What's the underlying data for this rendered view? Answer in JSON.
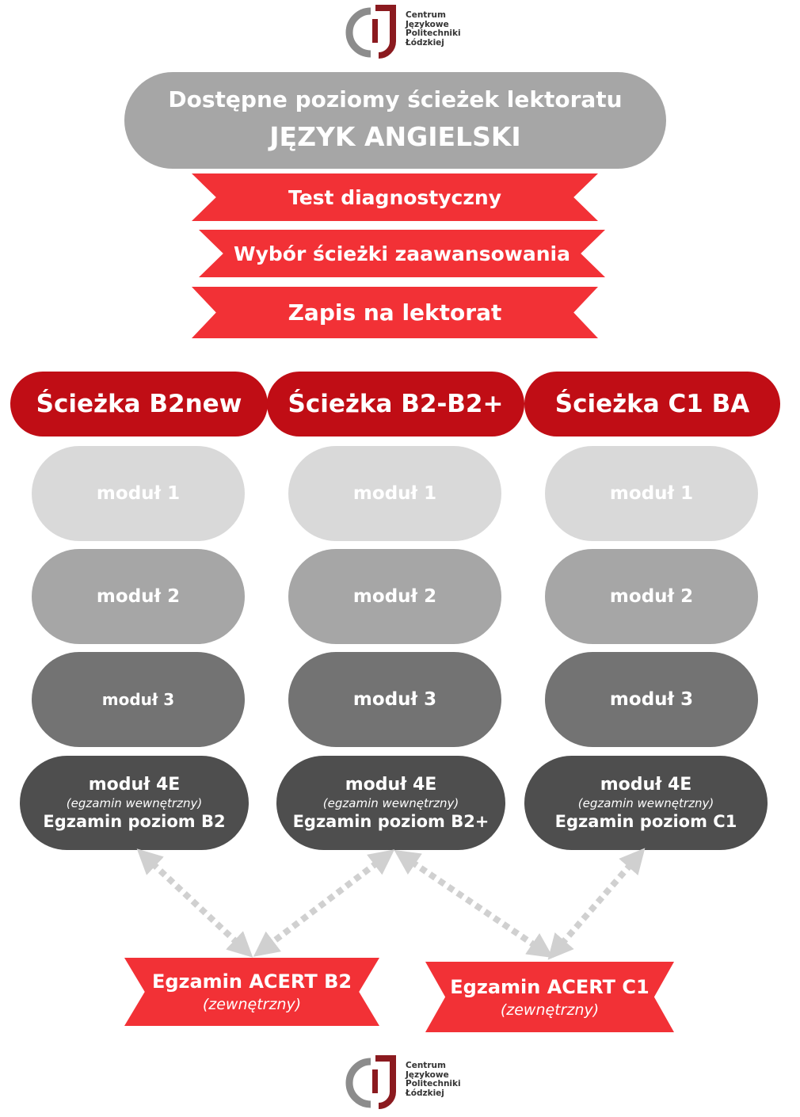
{
  "logo": {
    "lines": [
      "Centrum",
      "Językowe",
      "Politechniki",
      "Łódzkiej"
    ]
  },
  "header": {
    "line1": "Dostępne poziomy ścieżek  lektoratu",
    "line2": "JĘZYK ANGIELSKI"
  },
  "steps": [
    "Test diagnostyczny",
    "Wybór ścieżki zaawansowania",
    "Zapis na lektorat"
  ],
  "paths": [
    {
      "name": "Ścieżka B2new",
      "modules": [
        "moduł 1",
        "moduł 2",
        "moduł 3"
      ],
      "final": {
        "title": "moduł 4E",
        "note": "(egzamin wewnętrzny)",
        "exam": "Egzamin poziom B2"
      }
    },
    {
      "name": "Ścieżka B2-B2+",
      "modules": [
        "moduł 1",
        "moduł 2",
        "moduł 3"
      ],
      "final": {
        "title": "moduł 4E",
        "note": "(egzamin wewnętrzny)",
        "exam": "Egzamin poziom B2+"
      }
    },
    {
      "name": "Ścieżka C1 BA",
      "modules": [
        "moduł 1",
        "moduł 2",
        "moduł 3"
      ],
      "final": {
        "title": "moduł 4E",
        "note": "(egzamin wewnętrzny)",
        "exam": "Egzamin poziom C1"
      }
    }
  ],
  "external_exams": [
    {
      "title": "Egzamin ACERT B2",
      "note": "(zewnętrzny)"
    },
    {
      "title": "Egzamin ACERT C1",
      "note": "(zewnętrzny)"
    }
  ],
  "colors": {
    "ribbon": "#f23136",
    "path": "#c00d15",
    "module1": "#d9d9d9",
    "module2": "#a6a6a6",
    "module3": "#737373",
    "module4": "#4e4e4e",
    "arrow": "#d0d0d0",
    "logo_grey": "#8c8c8c",
    "logo_red": "#8b1a1f"
  }
}
